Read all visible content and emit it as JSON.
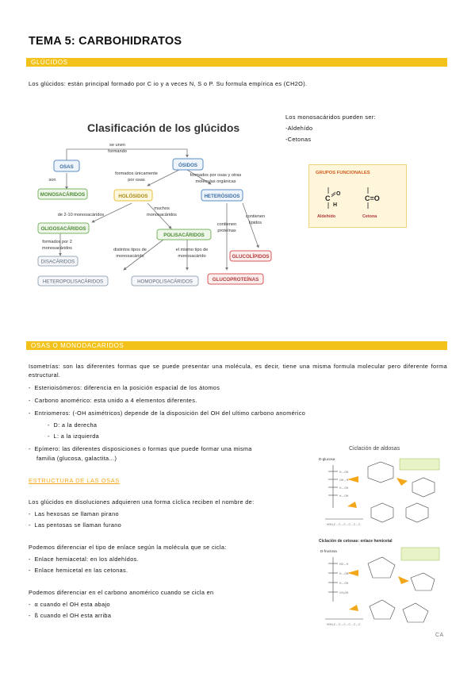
{
  "title": "TEMA 5: CARBOHIDRATOS",
  "sections": {
    "glucidos": "GLÚCIDOS",
    "osas": "OSAS O MONODACARIDOS",
    "estructura": "ESTRUCTURA DE LAS OSAS"
  },
  "intro": "Los glúcidos: están principal formado por C io y a veces N, S o P. Su formula empírica es (CH2O).",
  "mono_list": {
    "heading": "Los monosacáridos pueden ser:",
    "items": [
      "-Aldehído",
      "-Cetonas"
    ]
  },
  "concept_map": {
    "title": "Clasificación de los glúcidos",
    "nodes": {
      "osas": "OSAS",
      "osidos": "ÓSIDOS",
      "monosacaridos": "MONOSACÁRIDOS",
      "holosidos": "HOLÓSIDOS",
      "heterosidos": "HETERÓSIDOS",
      "oligosacaridos": "OLIGOSACÁRIDOS",
      "polisacaridos": "POLISACÁRIDOS",
      "disacaridos": "DISACÁRIDOS",
      "heteropolisacaridos": "HETEROPOLISACÁRIDOS",
      "homopolisacaridos": "HOMOPOLISACÁRIDOS",
      "glucolipidos": "GLUCOLÍPIDOS",
      "glucoproteinas": "GLUCOPROTEÍNAS"
    },
    "labels": {
      "se_unen_1": "se unen",
      "se_unen_2": "formando",
      "son": "son",
      "formados_unicamente_1": "formados únicamente",
      "formados_unicamente_2": "por osas",
      "formados_osas_otras_1": "formados por osas y otras",
      "formados_osas_otras_2": "moléculas orgánicas",
      "de_2_10": "de 2-10 monosacáridos",
      "muchos_1": "muchos",
      "muchos_2": "monosacáridos",
      "formados_por_2_1": "formados por 2",
      "formados_por_2_2": "monosacáridos",
      "distintos_1": "distintos tipos de",
      "distintos_2": "monosacárido",
      "mismo_1": "el mismo tipo de",
      "mismo_2": "monosacárido",
      "contienen_prot_1": "contienen",
      "contienen_prot_2": "proteínas",
      "contienen_lip_1": "contienen",
      "contienen_lip_2": "lípidos"
    }
  },
  "grupos_funcionales": {
    "title": "GRUPOS FUNCIONALES",
    "aldehido": "Aldehído",
    "cetona": "Cetona"
  },
  "osas_text": {
    "isometrias": "Isometrías: son las diferentes formas que se puede presentar una molécula, es decir, tiene una misma formula molecular pero diferente forma estructural.",
    "bullets": [
      "Esterioisómeros: diferencia en la posición espacial de los átomos",
      "Carbono anomérico: esta unido a 4 elementos diferentes.",
      "Entriomeros: (-OH asimétricos) depende de la disposición del OH del ultimo carbono anomérico"
    ],
    "sub_bullets": [
      "D: a la derecha",
      "L: a la izquierda"
    ],
    "epimero_1": "Epímero: las diferentes disposiciones o formas que puede formar una misma",
    "epimero_2": "familia (glucosa, galactita...)"
  },
  "estructura_text": {
    "disoluciones": "Los glúcidos en disoluciones adquieren una forma cíclica reciben el nombre de:",
    "ciclos": [
      "Las hexosas se llaman pirano",
      "Las pentosas se llaman furano"
    ],
    "enlace_intro": "Podemos diferenciar el tipo de enlace según la molécula que se cicla:",
    "enlaces": [
      "Enlace hemiacetal: en los aldehídos.",
      "Enlace hemicetal en las cetonas."
    ],
    "carbono_intro": "Podemos diferenciar en el carbono anomérico cuando se cicla en",
    "carbono": [
      "α cuando el OH esta abajo",
      "ß cuando el OH esta arriba"
    ]
  },
  "figures": {
    "aldosas_title": "Ciclación de aldosas",
    "aldosas_label": "D-glucosa",
    "cetosas_title": "Ciclación de cetosas: enlace hemicetal",
    "cetosas_label": "D-fructosa",
    "footer_mark": "CA"
  },
  "colors": {
    "accent": "#f2c21a",
    "subheading": "#f2a81a",
    "blue_node": "#5b8ec4",
    "green_node": "#7ab661",
    "yellow_node": "#e8c23a",
    "red_node": "#d95a5a",
    "gray_node": "#9aa9b8"
  }
}
